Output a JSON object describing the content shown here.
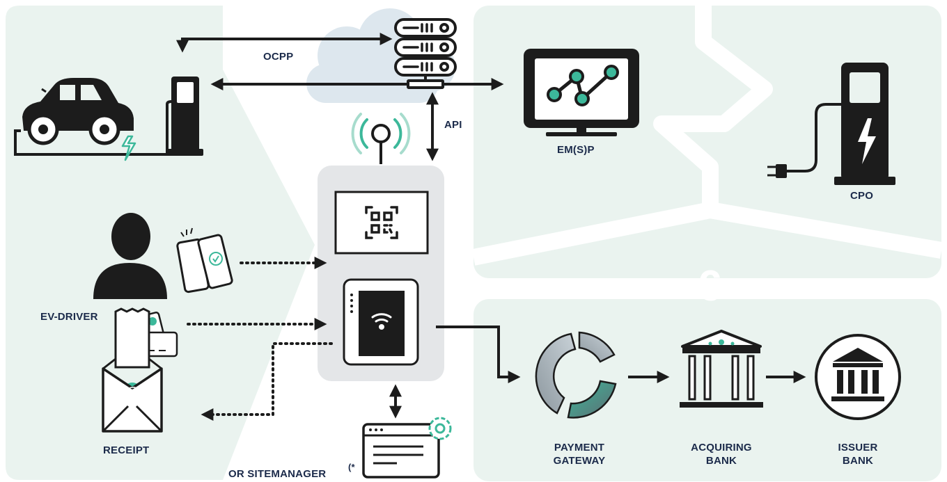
{
  "labels": {
    "ocpp": "OCPP",
    "api": "API",
    "emsp": "EM(S)P",
    "cpo": "CPO",
    "ev_driver": "EV-DRIVER",
    "receipt": "RECEIPT",
    "or_sitemanager": "OR SITEMANAGER",
    "sitemanager_mark": "(*",
    "payment_gateway_line1": "PAYMENT",
    "payment_gateway_line2": "GATEWAY",
    "acquiring_bank_line1": "ACQUIRING",
    "acquiring_bank_line2": "BANK",
    "issuer_bank_line1": "ISSUER",
    "issuer_bank_line2": "BANK",
    "euro_symbol": "€",
    "email_at": "@"
  },
  "colors": {
    "navy": "#1b2a4a",
    "ink": "#1c1c1c",
    "teal": "#3cb89a",
    "panel_green": "#eaf3ef",
    "terminal_grey": "#e4e6e8",
    "cloud": "#dde7ee"
  },
  "icons": [
    "car-icon",
    "charger-icon",
    "server-icon",
    "cloud-icon",
    "monitor-chart-icon",
    "cpo-charger-icon",
    "person-icon",
    "phone-icon",
    "card-icon",
    "terminal-icon",
    "qr-icon",
    "nfc-icon",
    "antenna-icon",
    "envelope-icon",
    "browser-settings-icon",
    "payment-gateway-icon",
    "acquiring-bank-icon",
    "issuer-bank-icon",
    "euro-icon"
  ]
}
